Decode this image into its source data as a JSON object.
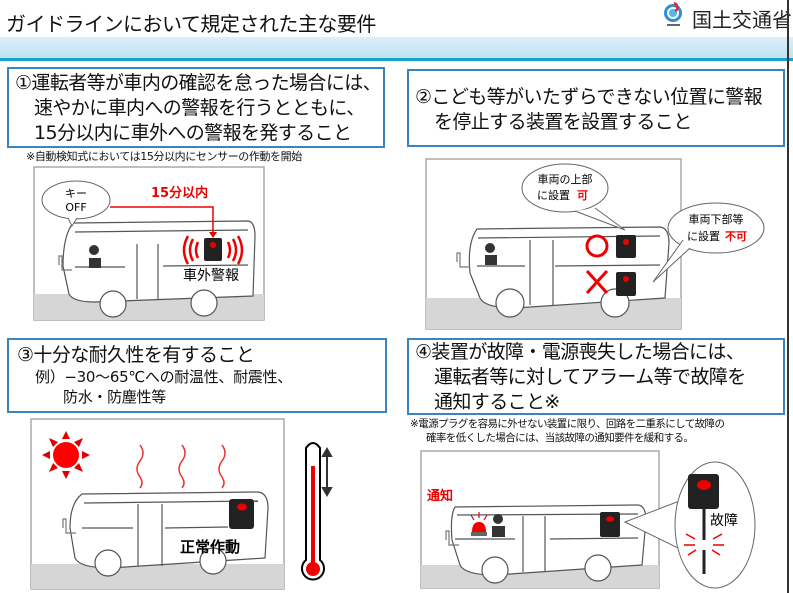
{
  "header": {
    "title": "ガイドラインにおいて規定された主な要件",
    "ministry": "国土交通省",
    "logo": "mlit-logo-icon"
  },
  "colors": {
    "accent": "#17a2c6",
    "box_border": "#3a84c1",
    "alert_red": "#e00000",
    "device_dark": "#222222",
    "ground": "#d6d6d6"
  },
  "req1": {
    "lines": [
      "①運転者等が車内の確認を怠った場合には、",
      "速やかに車内への警報を行うとともに、",
      "15分以内に車外への警報を発すること"
    ],
    "note": "※自動検知式においては15分以内にセンサーの作動を開始",
    "bubble_line1": "キー",
    "bubble_line2": "OFF",
    "timer_label": "15分以内",
    "alarm_label": "車外警報"
  },
  "req2": {
    "lines": [
      "②こども等がいたずらできない位置に警報",
      "を停止する装置を設置すること"
    ],
    "bubble_top_line1": "車両の上部",
    "bubble_top_line2_prefix": "に設置",
    "bubble_top_line2_emph": "可",
    "bubble_bottom_line1": "車両下部等",
    "bubble_bottom_line2_prefix": "に設置",
    "bubble_bottom_line2_emph": "不可",
    "ok_mark": "circle-icon",
    "ng_mark": "cross-icon"
  },
  "req3": {
    "heading": "③十分な耐久性を有すること",
    "line1": "例）−30〜65℃への耐温性、耐震性、",
    "line2": "防水・防塵性等",
    "status_label": "正常作動"
  },
  "req4": {
    "lines": [
      "④装置が故障・電源喪失した場合には、",
      "運転者等に対してアラーム等で故障を",
      "通知すること※"
    ],
    "note_line1": "※電源プラグを容易に外せない装置に限り、回路を二重系にして故障の",
    "note_line2": "確率を低くした場合には、当該故障の通知要件を緩和する。",
    "notify_label": "通知",
    "fault_label": "故障"
  }
}
